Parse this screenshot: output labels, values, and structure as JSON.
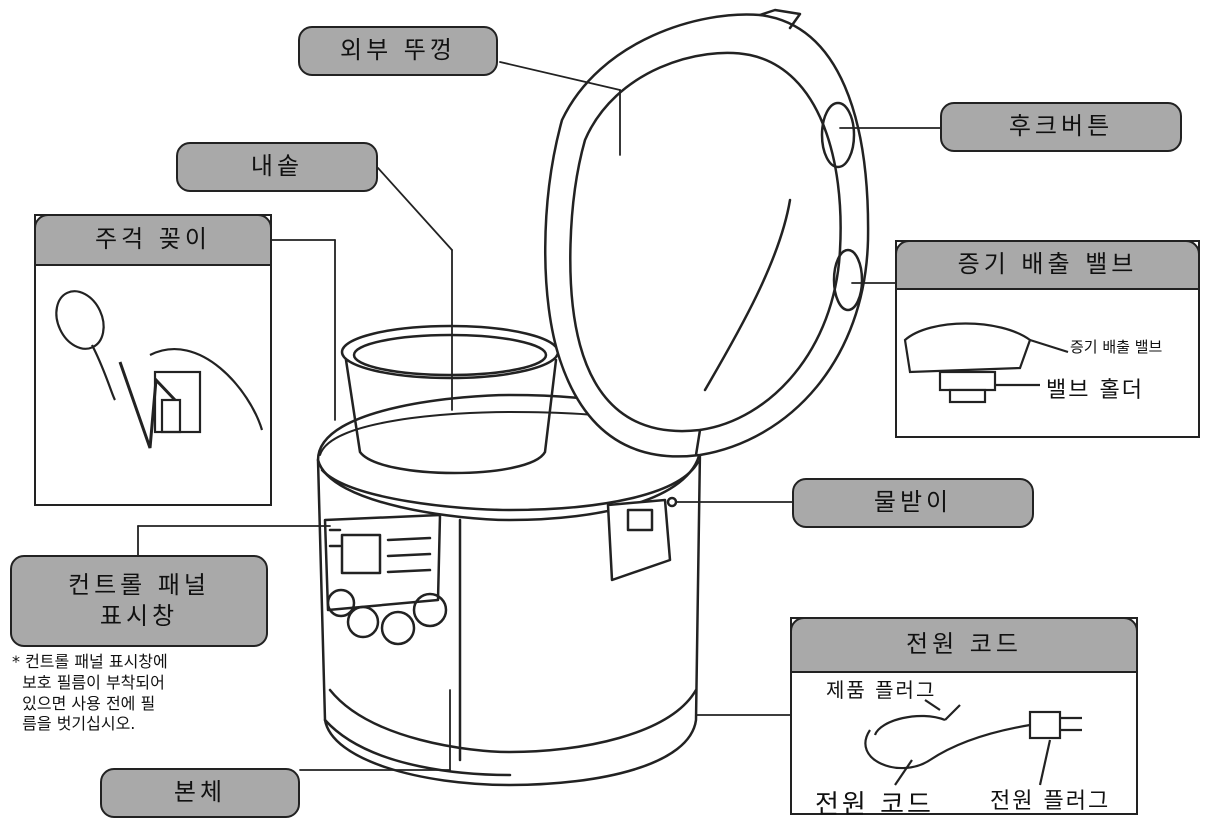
{
  "labels": {
    "outer_lid": "외부 뚜껑",
    "inner_pot": "내솥",
    "hook_button": "후크버튼",
    "ladle_holder": "주걱 꽂이",
    "steam_valve": "증기 배출 밸브",
    "water_tray": "물받이",
    "control_panel_line1": "컨트롤 패널",
    "control_panel_line2": "표시창",
    "body": "본체",
    "power_cord": "전원 코드"
  },
  "inset_labels": {
    "steam_valve_small": "증기 배출 밸브",
    "valve_holder": "밸브 홀더",
    "product_plug": "제품 플러그",
    "power_cord_bottom": "전원 코드",
    "power_plug": "전원 플러그"
  },
  "note": "* 컨트롤 패널 표시창에\n  보호 필름이 부착되어\n  있으면 사용 전에 필\n  름을 벗기십시오."
}
